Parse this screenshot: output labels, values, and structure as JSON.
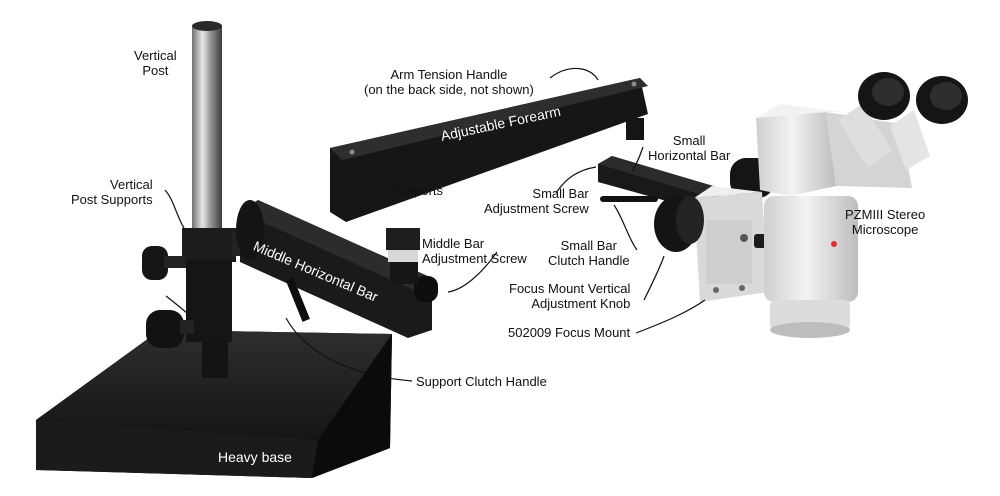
{
  "colors": {
    "background": "#ffffff",
    "label_text": "#111111",
    "label_on_dark": "#ffffff",
    "hardware_black": "#1a1a1a",
    "chrome": "#b8b8b8",
    "microscope_white": "#e6e6e6"
  },
  "labels": {
    "vertical_post": "Vertical\nPost",
    "vertical_post_supports": "Vertical\nPost Supports",
    "arm_tension_handle": "Arm Tension Handle\n(on the back side, not shown)",
    "adjustable_forearm": "Adjustable Forearm",
    "supports": "Supports",
    "small_horizontal_bar": "Small\nHorizontal Bar",
    "small_bar_adjustment_screw": "Small Bar\nAdjustment Screw",
    "pzmiii_stereo_microscope": "PZMIII Stereo\nMicroscope",
    "middle_bar_adjustment_screw": "Middle Bar\nAdjustment Screw",
    "small_bar_clutch_handle": "Small Bar\nClutch Handle",
    "middle_horizontal_bar": "Middle Horizontal Bar",
    "focus_mount_vertical_adjustment_knob": "Focus Mount Vertical\nAdjustment Knob",
    "focus_mount_502009": "502009 Focus Mount",
    "support_clutch_handle": "Support Clutch Handle",
    "heavy_base": "Heavy base"
  }
}
